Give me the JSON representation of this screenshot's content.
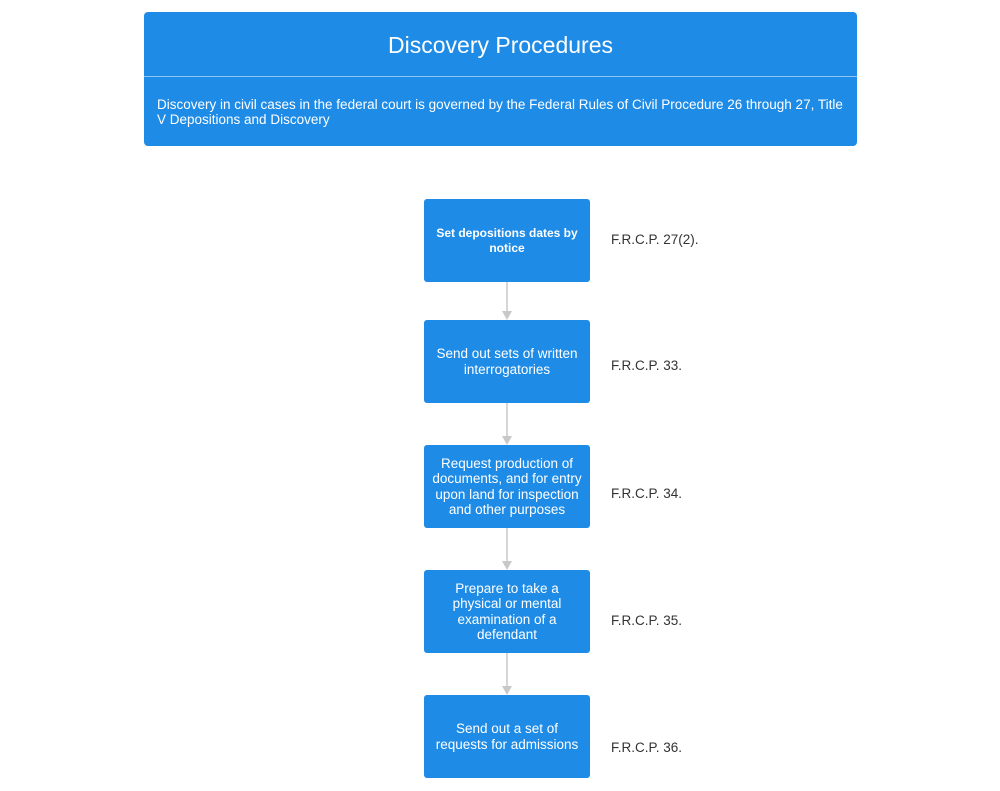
{
  "header": {
    "title": "Discovery Procedures",
    "description": "Discovery in civil cases in the federal court is governed by the Federal Rules of Civil Procedure 26 through 27, Title V Depositions and Discovery"
  },
  "colors": {
    "box_fill": "#1e8be6",
    "box_text": "#ffffff",
    "arrow": "#c8c8c8",
    "rule_text": "#333333"
  },
  "steps": [
    {
      "label": "Set depositions dates by notice",
      "rule": "F.R.C.P. 27(2)."
    },
    {
      "label": "Send out sets of written interrogatories",
      "rule": "F.R.C.P. 33."
    },
    {
      "label": "Request production of documents, and for entry upon land for inspection and other purposes",
      "rule": "F.R.C.P. 34."
    },
    {
      "label": "Prepare to take a physical or mental examination of a defendant",
      "rule": "F.R.C.P. 35."
    },
    {
      "label": "Send out a set of requests for admissions",
      "rule": "F.R.C.P. 36."
    }
  ]
}
